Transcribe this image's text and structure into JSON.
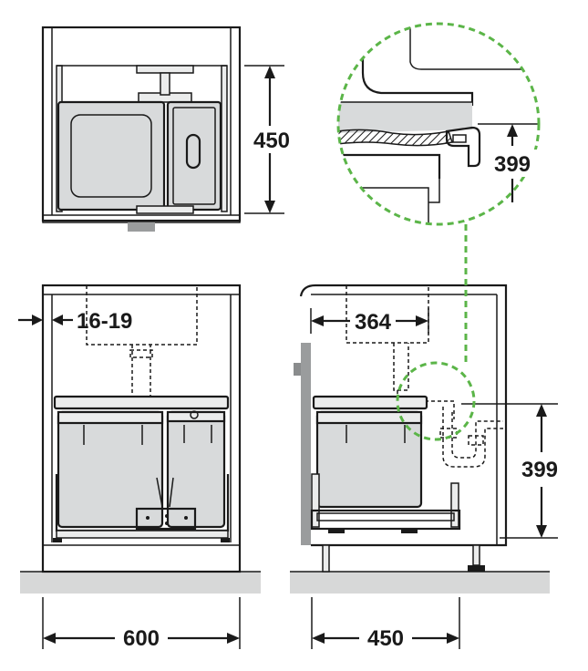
{
  "dimensions": {
    "top_height": "450",
    "gap": "16-19",
    "width_front": "600",
    "inner_offset": "364",
    "height_side": "399",
    "depth_side": "450",
    "detail_height": "399"
  },
  "colors": {
    "line": "#1a1a1a",
    "fill_gray": "#d8dadb",
    "floor": "#d7d8d8",
    "detail_green": "#5bb548"
  }
}
